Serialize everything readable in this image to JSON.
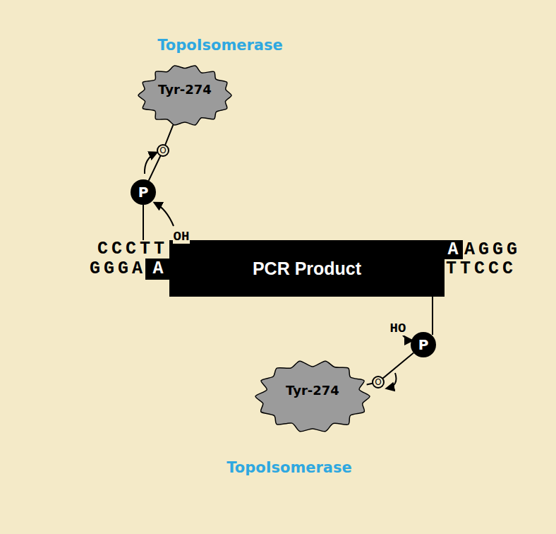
{
  "diagram": {
    "nodes": [
      {
        "text": [
          "Tyr-274"
        ]
      },
      {
        "text": [
          "P"
        ]
      },
      {
        "text": [
          "PCR Product"
        ]
      },
      {
        "text": [
          "P"
        ]
      },
      {
        "text": [
          "Tyr-274"
        ]
      }
    ],
    "edges": [
      {
        "from": 0,
        "to": 1,
        "arrow": "none"
      },
      {
        "from": 3,
        "to": 4,
        "arrow": "none"
      }
    ],
    "labels": [
      "TopoIsomerase",
      "O",
      "OH",
      "CCCTT",
      "GGGA",
      "A",
      "A",
      "AGGG",
      "TTCCC",
      "HO",
      "O",
      "TopoIsomerase"
    ]
  }
}
